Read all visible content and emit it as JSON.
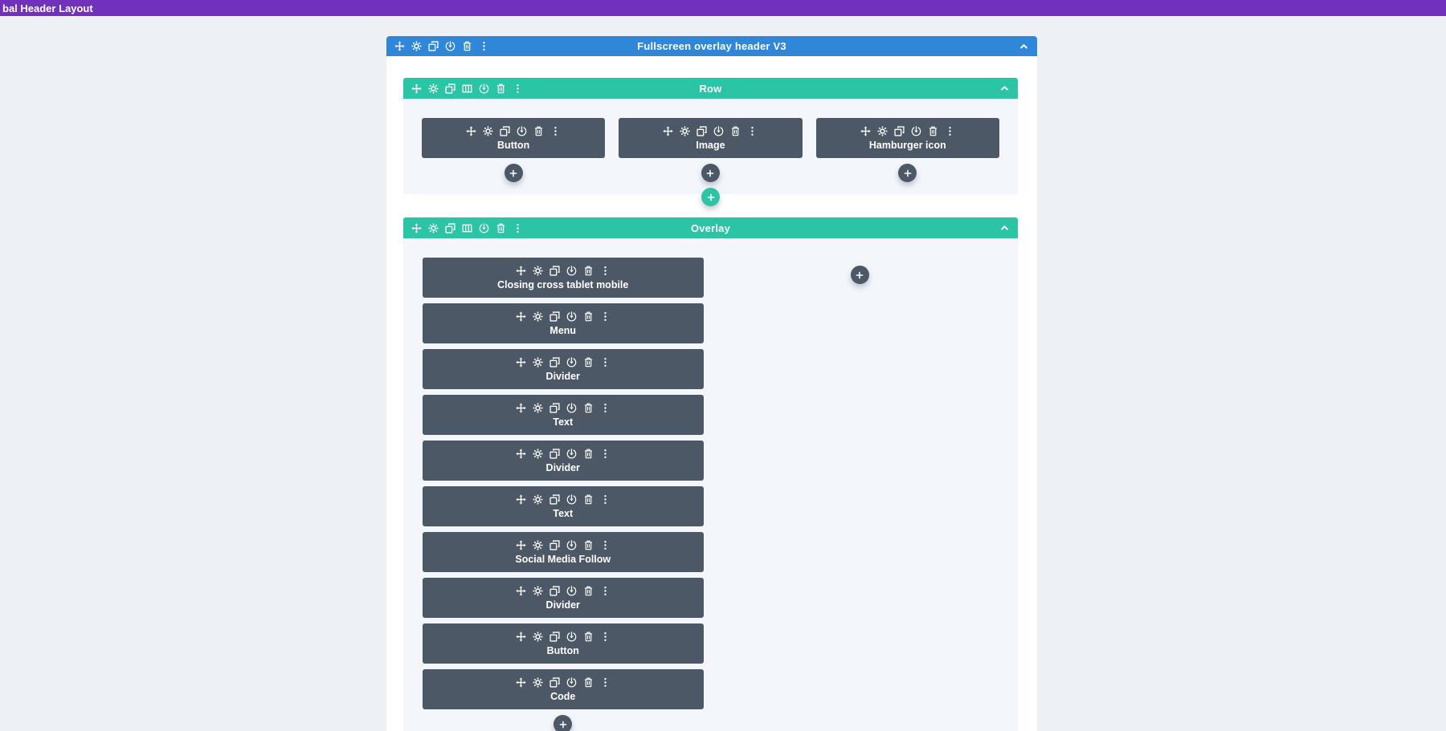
{
  "top_bar": {
    "title": "bal Header Layout"
  },
  "colors": {
    "purple": "#7231bd",
    "blue": "#2f87da",
    "teal": "#2bc4a4",
    "slate": "#4c5866",
    "page_bg": "#edf1f6",
    "row_bg": "#f3f6fa"
  },
  "section": {
    "title": "Fullscreen overlay header V3",
    "toolbar_icons": [
      "move",
      "settings",
      "duplicate",
      "save-to-library",
      "delete",
      "options"
    ],
    "collapse_icon": "chevron-up",
    "rows": [
      {
        "title": "Row",
        "toolbar_icons": [
          "move",
          "settings",
          "duplicate",
          "column-structure",
          "save-to-library",
          "delete",
          "options"
        ],
        "collapse_icon": "chevron-up",
        "columns": [
          {
            "modules": [
              "Button"
            ],
            "add_module_button": "+"
          },
          {
            "modules": [
              "Image"
            ],
            "add_module_button": "+"
          },
          {
            "modules": [
              "Hamburger icon"
            ],
            "add_module_button": "+"
          }
        ],
        "add_row_button": "+"
      },
      {
        "title": "Overlay",
        "toolbar_icons": [
          "move",
          "settings",
          "duplicate",
          "column-structure",
          "save-to-library",
          "delete",
          "options"
        ],
        "collapse_icon": "chevron-up",
        "columns": [
          {
            "modules": [
              "Closing cross tablet mobile",
              "Menu",
              "Divider",
              "Text",
              "Divider",
              "Text",
              "Social Media Follow",
              "Divider",
              "Button",
              "Code"
            ],
            "add_module_button": "+"
          },
          {
            "modules": [],
            "add_module_button": "+"
          }
        ]
      }
    ]
  },
  "module": {
    "toolbar_icons": [
      "move",
      "settings",
      "duplicate",
      "save-to-library",
      "delete",
      "options"
    ]
  }
}
